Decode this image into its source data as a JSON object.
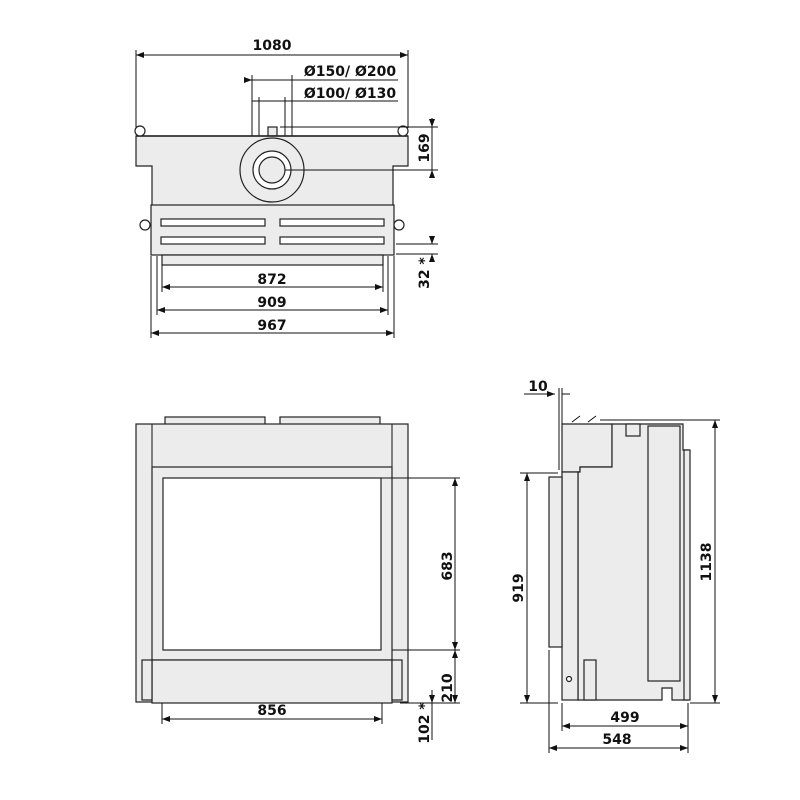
{
  "top_view": {
    "overall_width": "1080",
    "flue_outer": "Ø150/ Ø200",
    "flue_inner": "Ø100/ Ø130",
    "flue_height": "169",
    "offset": "32 *",
    "width_a": "872",
    "width_b": "909",
    "width_c": "967"
  },
  "front_view": {
    "glass_height": "683",
    "bottom_height": "210",
    "base_offset": "102 *",
    "glass_width": "856"
  },
  "side_view": {
    "front_offset": "10",
    "height_front": "919",
    "height_total": "1138",
    "depth_a": "499",
    "depth_b": "548"
  }
}
